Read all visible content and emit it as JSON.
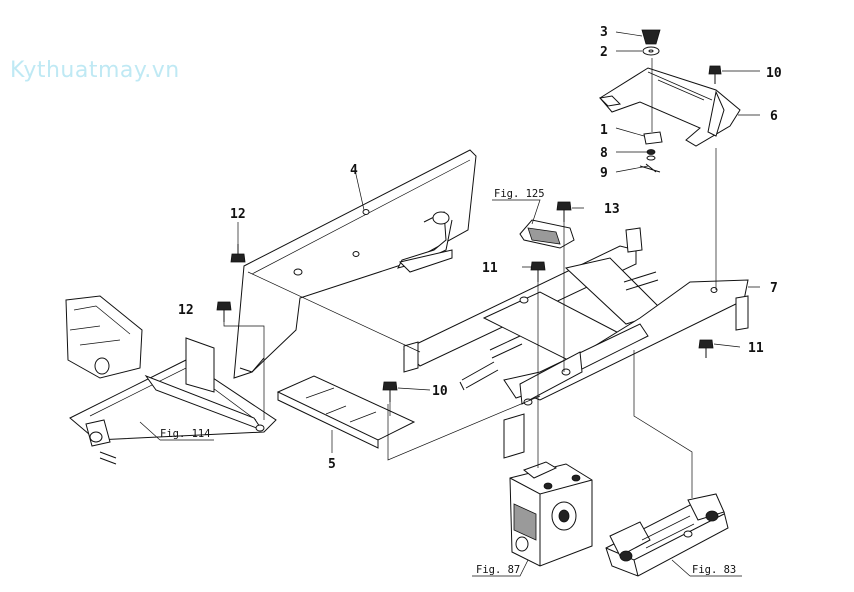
{
  "watermark": "Kythuatmay.vn",
  "callouts": {
    "c1": "1",
    "c2": "2",
    "c3": "3",
    "c4": "4",
    "c5": "5",
    "c6": "6",
    "c7": "7",
    "c8": "8",
    "c9": "9",
    "c10a": "10",
    "c10b": "10",
    "c11a": "11",
    "c11b": "11",
    "c12a": "12",
    "c12b": "12",
    "c13": "13"
  },
  "figure_refs": {
    "fig125": "Fig. 125",
    "fig114": "Fig. 114",
    "fig87": "Fig. 87",
    "fig83": "Fig. 83"
  }
}
